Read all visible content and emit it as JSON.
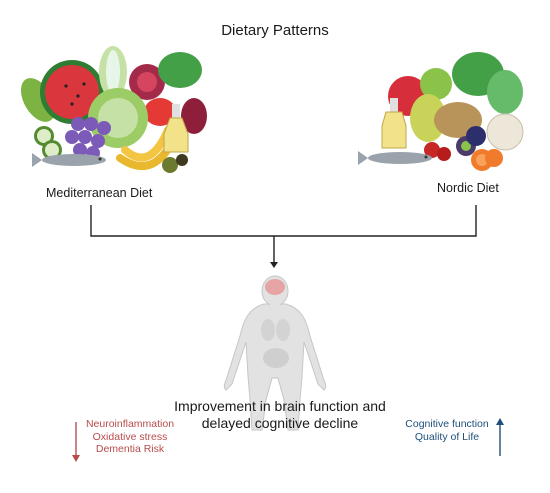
{
  "title": "Dietary Patterns",
  "diets": [
    {
      "label": "Mediterranean Diet",
      "icon": "mediterranean-food-icon"
    },
    {
      "label": "Nordic Diet",
      "icon": "nordic-food-icon"
    }
  ],
  "outcome": {
    "line1": "Improvement in brain function and",
    "line2": "delayed cognitive decline",
    "icon": "human-body-brain-icon"
  },
  "decreased": {
    "color": "#b84c4c",
    "items": [
      "Neuroinflammation",
      "Oxidative stress",
      "Dementia Risk"
    ],
    "icon": "down-arrow-icon"
  },
  "increased": {
    "color": "#1e4f7a",
    "items": [
      "Cognitive function",
      "Quality of Life"
    ],
    "icon": "up-arrow-icon"
  },
  "colors": {
    "connector": "#222222",
    "watermelon": "#d9363e",
    "grapes": "#7b5bb7",
    "cabbage": "#9ccc65",
    "banana": "#f4c542",
    "apple": "#d62e3a",
    "pear": "#c9d35a",
    "potato": "#b8935a",
    "carrot": "#f07b2a",
    "fish": "#9aa3ab"
  }
}
